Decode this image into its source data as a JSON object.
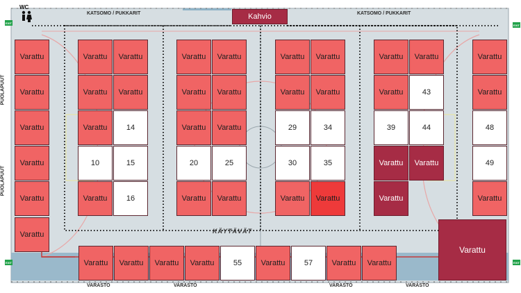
{
  "labels": {
    "wc": "WC",
    "stands_left": "KATSOMO / PUKKARIT",
    "stands_right": "KATSOMO / PUKKARIT",
    "cafe": "Kahvio",
    "side_top": "PUOLAPUUT",
    "side_bottom": "PUOLAPUUT",
    "aisles": "KÄYTÄVÄT",
    "storage": "VARASTO",
    "exit": "EXIT"
  },
  "icons": {
    "restroom": "wc-people-icon",
    "exit": "exit-sign-icon"
  },
  "colors": {
    "reserved": "#f06464",
    "reserved_dark": "#a62c45",
    "highlight": "#ee3a3a",
    "free": "#ffffff",
    "floor": "#d6dee2",
    "water_strip": "#8fb3c7",
    "exit_sign": "#22a24a"
  },
  "booths": {
    "col1_r1": "Varattu",
    "col1_r2": "Varattu",
    "col1_r3": "Varattu",
    "col1_r4": "Varattu",
    "col1_r5": "Varattu",
    "col1_r6": "Varattu",
    "b2a_r1": "Varattu",
    "b2b_r1": "Varattu",
    "b2a_r2": "Varattu",
    "b2b_r2": "Varattu",
    "b2a_r3": "Varattu",
    "b2b_r3": "14",
    "b2a_r4": "10",
    "b2b_r4": "15",
    "b2a_r5": "Varattu",
    "b2b_r5": "16",
    "b3a_r1": "Varattu",
    "b3b_r1": "Varattu",
    "b3a_r2": "Varattu",
    "b3b_r2": "Varattu",
    "b3a_r3": "Varattu",
    "b3b_r3": "Varattu",
    "b3a_r4": "20",
    "b3b_r4": "25",
    "b3a_r5": "Varattu",
    "b3b_r5": "Varattu",
    "b4a_r1": "Varattu",
    "b4b_r1": "Varattu",
    "b4a_r2": "Varattu",
    "b4b_r2": "Varattu",
    "b4a_r3": "29",
    "b4b_r3": "34",
    "b4a_r4": "30",
    "b4b_r4": "35",
    "b4a_r5": "Varattu",
    "b4b_r5": "Varattu",
    "b5a_r1": "Varattu",
    "b5b_r1": "Varattu",
    "b5a_r2": "Varattu",
    "b5b_r2": "43",
    "b5a_r3": "39",
    "b5b_r3": "44",
    "b5a_r4": "Varattu",
    "b5b_r4": "Varattu",
    "b5a_r5": "Varattu",
    "col6_r1": "Varattu",
    "col6_r2": "Varattu",
    "col6_r3": "48",
    "col6_r4": "49",
    "col6_r5": "Varattu",
    "big_corner": "Varattu",
    "bottom_1": "Varattu",
    "bottom_2": "Varattu",
    "bottom_3": "Varattu",
    "bottom_4": "Varattu",
    "bottom_5": "55",
    "bottom_6": "Varattu",
    "bottom_7": "57",
    "bottom_8": "Varattu",
    "bottom_9": "Varattu"
  }
}
